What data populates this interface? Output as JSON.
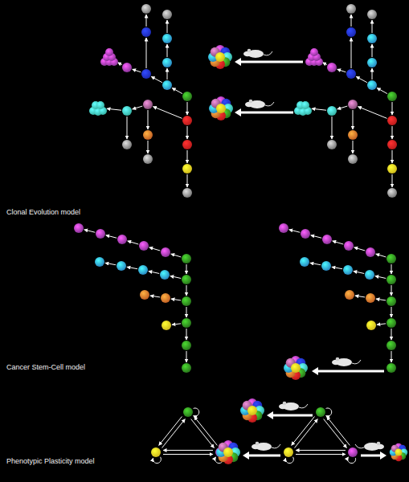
{
  "diagram": {
    "labels": [
      "Clonal Evolution model",
      "Cancer Stem-Cell model",
      "Phenotypic Plasticity model"
    ]
  }
}
